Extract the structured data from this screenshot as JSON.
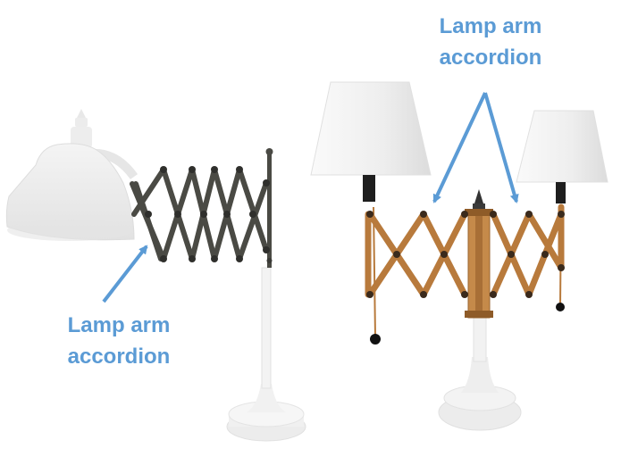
{
  "annotations": {
    "left": {
      "line1": "Lamp arm",
      "line2": "accordion"
    },
    "right": {
      "line1": "Lamp arm",
      "line2": "accordion"
    }
  },
  "colors": {
    "label_text": "#5b9bd5",
    "arrow": "#5b9bd5",
    "left_accordion": "#4a4a44",
    "right_accordion": "#b87a3c",
    "faded_lamp_body": "#e8e8e8",
    "lamp_shade": "#f2f2f2"
  },
  "icons": {
    "left_lamp": "desk-lamp-scissor-arm",
    "right_lamp": "double-shade-scissor-lamp"
  }
}
